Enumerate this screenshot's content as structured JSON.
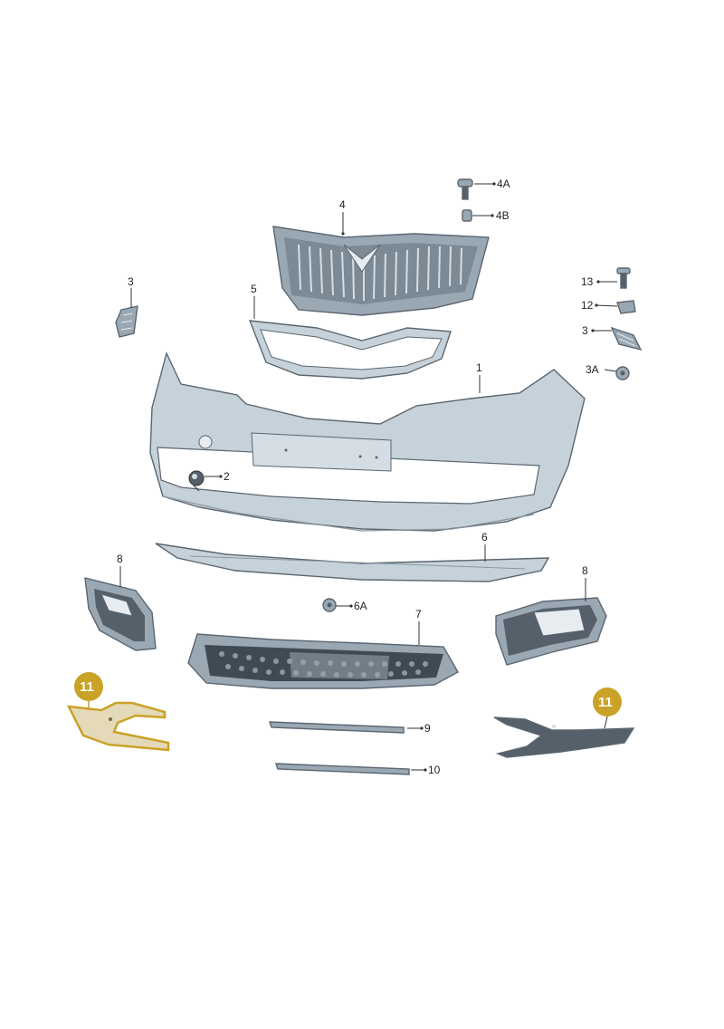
{
  "diagram": {
    "labels": {
      "bumper_cover": "1",
      "plug_cap": "2",
      "bracket_left": "3",
      "bracket_right": "3",
      "clip_3a": "3A",
      "radiator_grille": "4",
      "screw_4a": "4A",
      "nut_4b": "4B",
      "grille_frame": "5",
      "spoiler": "6",
      "rivet_6a": "6A",
      "lower_grille": "7",
      "fog_frame_left": "8",
      "fog_frame_right": "8",
      "trim_strip_upper": "9",
      "trim_strip_lower": "10",
      "trim_left": "11",
      "trim_right": "11",
      "clip_12": "12",
      "screw_13": "13"
    },
    "highlight_color": "#c9a227",
    "part_color": "#c6d2da"
  }
}
